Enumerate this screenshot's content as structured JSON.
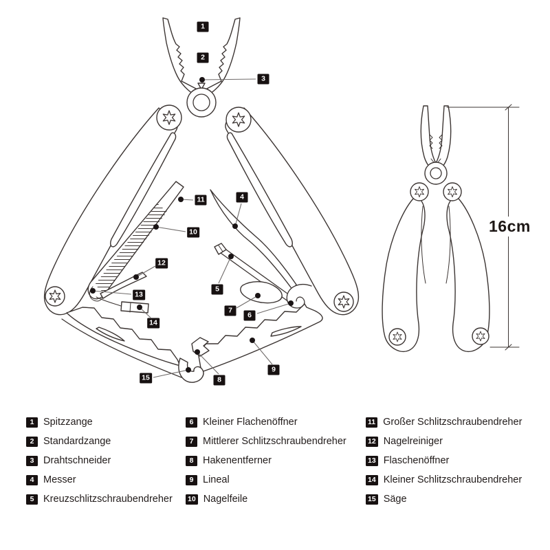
{
  "colors": {
    "line": "#3b3432",
    "marker_bg": "#171111",
    "marker_text": "#ffffff",
    "text": "#211b1a"
  },
  "side_view": {
    "dimension_label": "16cm"
  },
  "legend": {
    "items": [
      {
        "num": "1",
        "label": "Spitzzange"
      },
      {
        "num": "2",
        "label": "Standardzange"
      },
      {
        "num": "3",
        "label": "Drahtschneider"
      },
      {
        "num": "4",
        "label": "Messer"
      },
      {
        "num": "5",
        "label": "Kreuzschlitzschraubendreher"
      },
      {
        "num": "6",
        "label": "Kleiner Flachenöffner"
      },
      {
        "num": "7",
        "label": "Mittlerer Schlitzschraubendreher"
      },
      {
        "num": "8",
        "label": "Hakenentferner"
      },
      {
        "num": "9",
        "label": "Lineal"
      },
      {
        "num": "10",
        "label": "Nagelfeile"
      },
      {
        "num": "11",
        "label": "Großer Schlitzschraubendreher"
      },
      {
        "num": "12",
        "label": "Nagelreiniger"
      },
      {
        "num": "13",
        "label": "Flaschenöffner"
      },
      {
        "num": "14",
        "label": "Kleiner Schlitzschraubendreher"
      },
      {
        "num": "15",
        "label": "Säge"
      }
    ]
  }
}
